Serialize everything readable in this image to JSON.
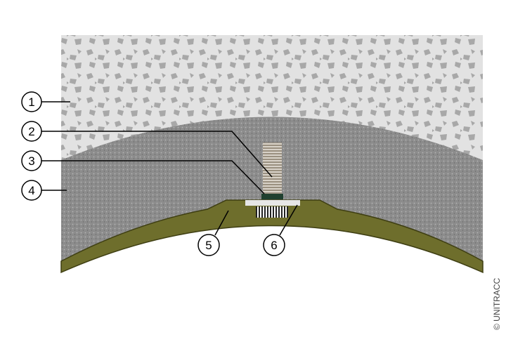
{
  "callouts": [
    "1",
    "2",
    "3",
    "4",
    "5",
    "6"
  ],
  "copyright": "© UNITRACC",
  "colors": {
    "concrete": "#d9d9d9",
    "aggregate": "#a9a9a9",
    "shotcrete": "#8a8a8a",
    "liner": "#6e6e2c",
    "liner_edge": "#3e3e12",
    "plate": "#e6e6e6",
    "nut": "#20402f"
  }
}
